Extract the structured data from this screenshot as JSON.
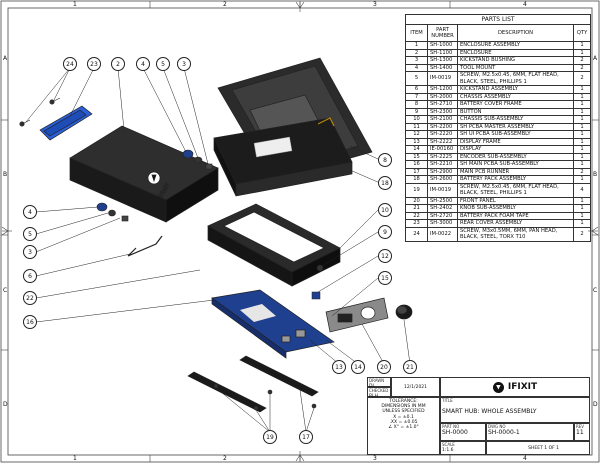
{
  "sheet": {
    "columns": [
      "1",
      "2",
      "3",
      "4"
    ],
    "rows": [
      "A",
      "B",
      "C",
      "D"
    ]
  },
  "parts_list": {
    "title": "PARTS LIST",
    "headers": {
      "item": "ITEM",
      "part": "PART NUMBER",
      "desc": "DESCRIPTION",
      "qty": "QTY"
    },
    "rows": [
      {
        "item": "1",
        "part": "SH-1000",
        "desc": "ENCLOSURE ASSEMBLY",
        "qty": "1"
      },
      {
        "item": "2",
        "part": "SH-1100",
        "desc": "ENCLOSURE",
        "qty": "1"
      },
      {
        "item": "3",
        "part": "SH-1300",
        "desc": "KICKSTAND BUSHING",
        "qty": "2"
      },
      {
        "item": "4",
        "part": "SH-1400",
        "desc": "TOOL MOUNT",
        "qty": "2"
      },
      {
        "item": "5",
        "part": "IM-0019",
        "desc": "SCREW, M2.5x0.45, 6MM, FLAT HEAD, BLACK, STEEL, PHILLIPS 1",
        "qty": "2"
      },
      {
        "item": "6",
        "part": "SH-1200",
        "desc": "KICKSTAND ASSEMBLY",
        "qty": "1"
      },
      {
        "item": "7",
        "part": "SH-2000",
        "desc": "CHASSIS ASSEMBLY",
        "qty": "1"
      },
      {
        "item": "8",
        "part": "SH-2710",
        "desc": "BATTERY COVER FRAME",
        "qty": "1"
      },
      {
        "item": "9",
        "part": "SH-2300",
        "desc": "BUTTON",
        "qty": "1"
      },
      {
        "item": "10",
        "part": "SH-2100",
        "desc": "CHASSIS SUB-ASSEMBLY",
        "qty": "1"
      },
      {
        "item": "11",
        "part": "SH-2200",
        "desc": "SH PCBA MASTER ASSEMBLY",
        "qty": "1"
      },
      {
        "item": "12",
        "part": "SH-2220",
        "desc": "SH UI PCBA SUB-ASSEMBLY",
        "qty": "1"
      },
      {
        "item": "13",
        "part": "SH-2222",
        "desc": "DISPLAY FRAME",
        "qty": "1"
      },
      {
        "item": "14",
        "part": "IE-00160",
        "desc": "DISPLAY",
        "qty": "1"
      },
      {
        "item": "15",
        "part": "SH-2225",
        "desc": "ENCODER SUB-ASSEMBLY",
        "qty": "1"
      },
      {
        "item": "16",
        "part": "SH-2210",
        "desc": "SH MAIN PCBA SUB-ASSEMBLY",
        "qty": "1"
      },
      {
        "item": "17",
        "part": "SH-2900",
        "desc": "MAIN PCB RUNNER",
        "qty": "2"
      },
      {
        "item": "18",
        "part": "SH-2600",
        "desc": "BATTERY PACK ASSEMBLY",
        "qty": "1"
      },
      {
        "item": "19",
        "part": "IM-0019",
        "desc": "SCREW, M2.5x0.45, 6MM, FLAT HEAD, BLACK, STEEL, PHILLIPS 1",
        "qty": "4"
      },
      {
        "item": "20",
        "part": "SH-2500",
        "desc": "FRONT PANEL",
        "qty": "1"
      },
      {
        "item": "21",
        "part": "SH-2402",
        "desc": "KNOB SUB-ASSEMBLY",
        "qty": "1"
      },
      {
        "item": "22",
        "part": "SH-2720",
        "desc": "BATTERY PACK FOAM TAPE",
        "qty": "1"
      },
      {
        "item": "23",
        "part": "SH-3000",
        "desc": "REAR COVER ASSEMBLY",
        "qty": "1"
      },
      {
        "item": "24",
        "part": "IM-0022",
        "desc": "SCREW, M3x0.5MM, 6MM, PAN HEAD, BLACK, STEEL, TORX T10",
        "qty": "2"
      }
    ]
  },
  "title_block": {
    "drawn_label": "DRAWN",
    "drawn_by": "DJ",
    "checked_label": "CHECKED",
    "checked_by": "RLH",
    "date": "12/1/2021",
    "tolerance": [
      "TOLERANCE:",
      "DIMENSIONS IN MM",
      "UNLESS SPECIFIED",
      "X = ±0.1",
      ".XX = ±0.05",
      "∠ X° = ±1.0°"
    ],
    "company": "IFIXIT",
    "title_label": "TITLE",
    "title": "SMART HUB: WHOLE ASSEMBLY",
    "part_no_label": "PART NO",
    "part_no": "SH-0000",
    "dwg_no_label": "DWG NO",
    "dwg_no": "SH-0000-1",
    "rev_label": "REV",
    "rev": "11",
    "scale_label": "SCALE",
    "scale": "1:1.6",
    "sheet": "SHEET 1 OF 1"
  },
  "device_logo": "IFIXIT",
  "callouts": [
    "24",
    "23",
    "2",
    "4",
    "5",
    "3",
    "8",
    "18",
    "4",
    "5",
    "3",
    "6",
    "22",
    "10",
    "9",
    "12",
    "15",
    "16",
    "13",
    "14",
    "20",
    "21",
    "19",
    "17"
  ],
  "colors": {
    "line": "#222222",
    "pcb": "#1f3f8f",
    "cover": "#2a5fd6",
    "body": "#1a1a1a",
    "panel": "#8a8a8a"
  }
}
